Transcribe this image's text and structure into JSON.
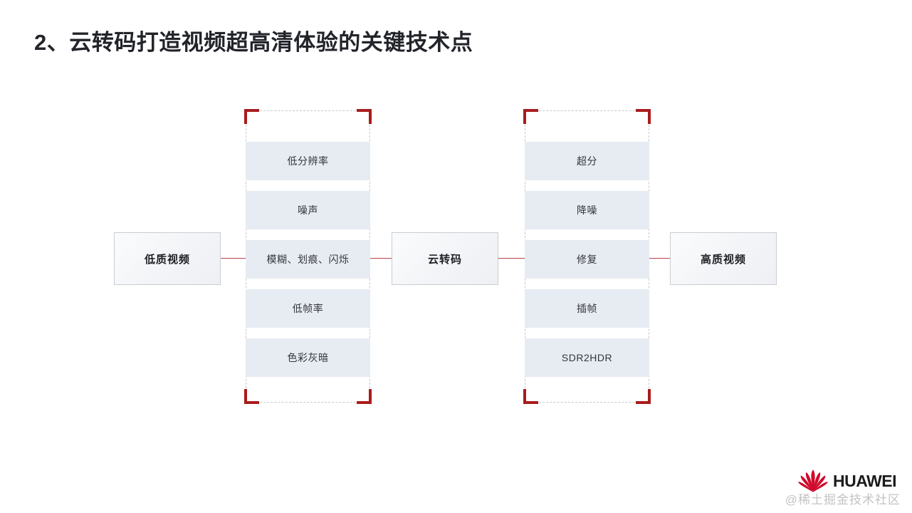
{
  "slide": {
    "title": "2、云转码打造视频超高清体验的关键技术点"
  },
  "diagram": {
    "nodes": {
      "input": "低质视频",
      "process": "云转码",
      "output": "高质视频"
    },
    "groups": [
      {
        "id": "issues",
        "rows": [
          "低分辨率",
          "噪声",
          "模糊、划痕、闪烁",
          "低帧率",
          "色彩灰暗"
        ]
      },
      {
        "id": "actions",
        "rows": [
          "超分",
          "降噪",
          "修复",
          "插帧",
          "SDR2HDR"
        ]
      }
    ],
    "colors": {
      "corner_bracket": "#a81c1c",
      "connector_line": "#b5424a",
      "row_fill": "#e7ebf2",
      "group_border": "#c5c7cc",
      "node_border": "#c9ccd2",
      "title_text": "#22242a"
    }
  },
  "footer": {
    "brand": "HUAWEI",
    "logo_icon": "huawei-flower-icon",
    "logo_color": "#cf0a2c",
    "watermark": "@稀土掘金技术社区"
  }
}
